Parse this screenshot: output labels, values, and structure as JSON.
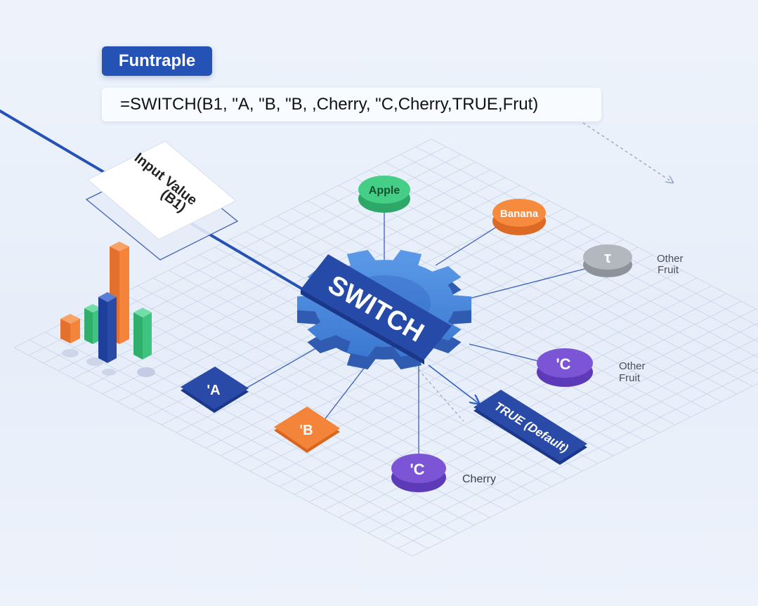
{
  "header": {
    "title": "Funtraple",
    "formula": "=SWITCH(B1,  \"A, \"B,  \"B, ,Cherry,  \"C,Cherry,TRUE,Frut)"
  },
  "input": {
    "label_line1": "Input Value",
    "label_line2": "(B1)"
  },
  "hub": {
    "label": "SWITCH"
  },
  "results": {
    "apple": "Apple",
    "banana": "Banana",
    "other_top_glyph": "τ",
    "other_top_label_line1": "Other",
    "other_top_label_line2": "Fruit",
    "c_right": "'C",
    "other_right_label_line1": "Other",
    "other_right_label_line2": "Fruit",
    "c_bottom": "'C",
    "cherry_label": "Cherry",
    "default_label": "TRUE (Default)"
  },
  "cases": {
    "a": "'A",
    "b": "'B"
  },
  "colors": {
    "accent_blue": "#2553b5",
    "gear_blue": "#4b8de0",
    "green": "#3ec47f",
    "orange": "#f4843a",
    "gray": "#a9adb4",
    "purple": "#7b55d6",
    "navy": "#2a4aa8",
    "grid_line": "#c9d5ea"
  },
  "icons": {
    "hub": "gear-icon",
    "bars": "bar-chart-icon"
  }
}
